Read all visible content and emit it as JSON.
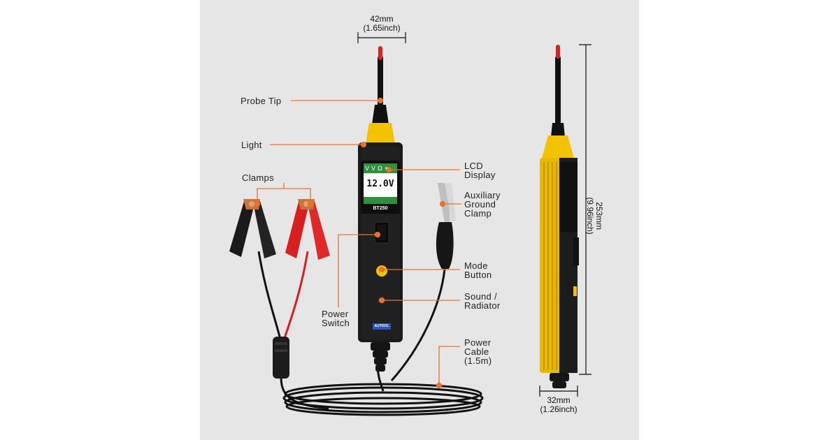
{
  "labels": {
    "probe_tip": "Probe Tip",
    "light": "Light",
    "clamps": "Clamps",
    "power_switch": "Power\nSwitch",
    "lcd_display": "LCD\nDisplay",
    "aux_ground_clamp": "Auxiliary\nGround\nClamp",
    "mode_button": "Mode\nButton",
    "sound_radiator": "Sound /\nRadiator",
    "power_cable": "Power\nCable\n(1.5m)"
  },
  "dimensions": {
    "width_top": "42mm\n(1.65inch)",
    "height_side": "253mm\n(9.96inch)",
    "width_side": "32mm\n(1.26inch)"
  },
  "device": {
    "lcd_reading": "12.0V",
    "lcd_icons": [
      "V",
      "V",
      "Ω",
      "+"
    ],
    "model": "BT250",
    "brand": "AUTOOL"
  },
  "colors": {
    "leader_line": "#e8732a",
    "body": "#1a1a1a",
    "yellow": "#f2c200",
    "red": "#d81e1e",
    "copper": "#c9733a"
  }
}
